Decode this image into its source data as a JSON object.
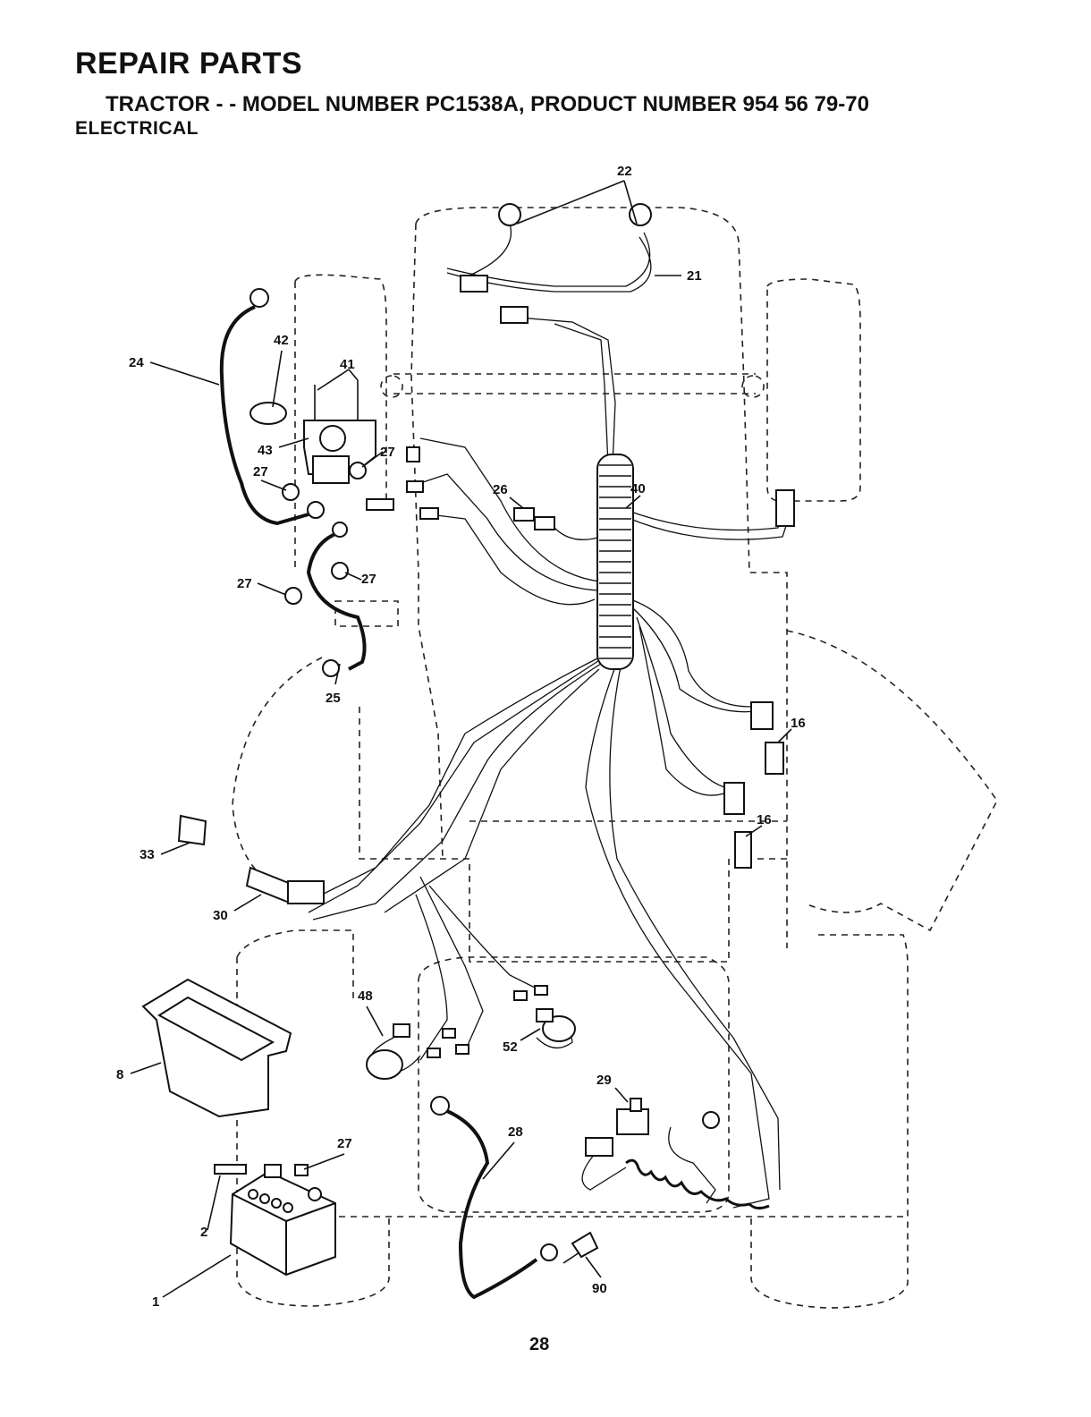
{
  "header": {
    "title": "REPAIR PARTS",
    "subtitle": "TRACTOR - - MODEL NUMBER PC1538A, PRODUCT NUMBER 954 56 79-70",
    "section": "ELECTRICAL"
  },
  "diagram": {
    "callouts": [
      "22",
      "21",
      "24",
      "42",
      "41",
      "43",
      "27",
      "27",
      "26",
      "40",
      "27",
      "27",
      "25",
      "16",
      "16",
      "33",
      "30",
      "8",
      "48",
      "52",
      "29",
      "28",
      "27",
      "2",
      "1",
      "90"
    ]
  },
  "footer": {
    "page_number": "28"
  }
}
